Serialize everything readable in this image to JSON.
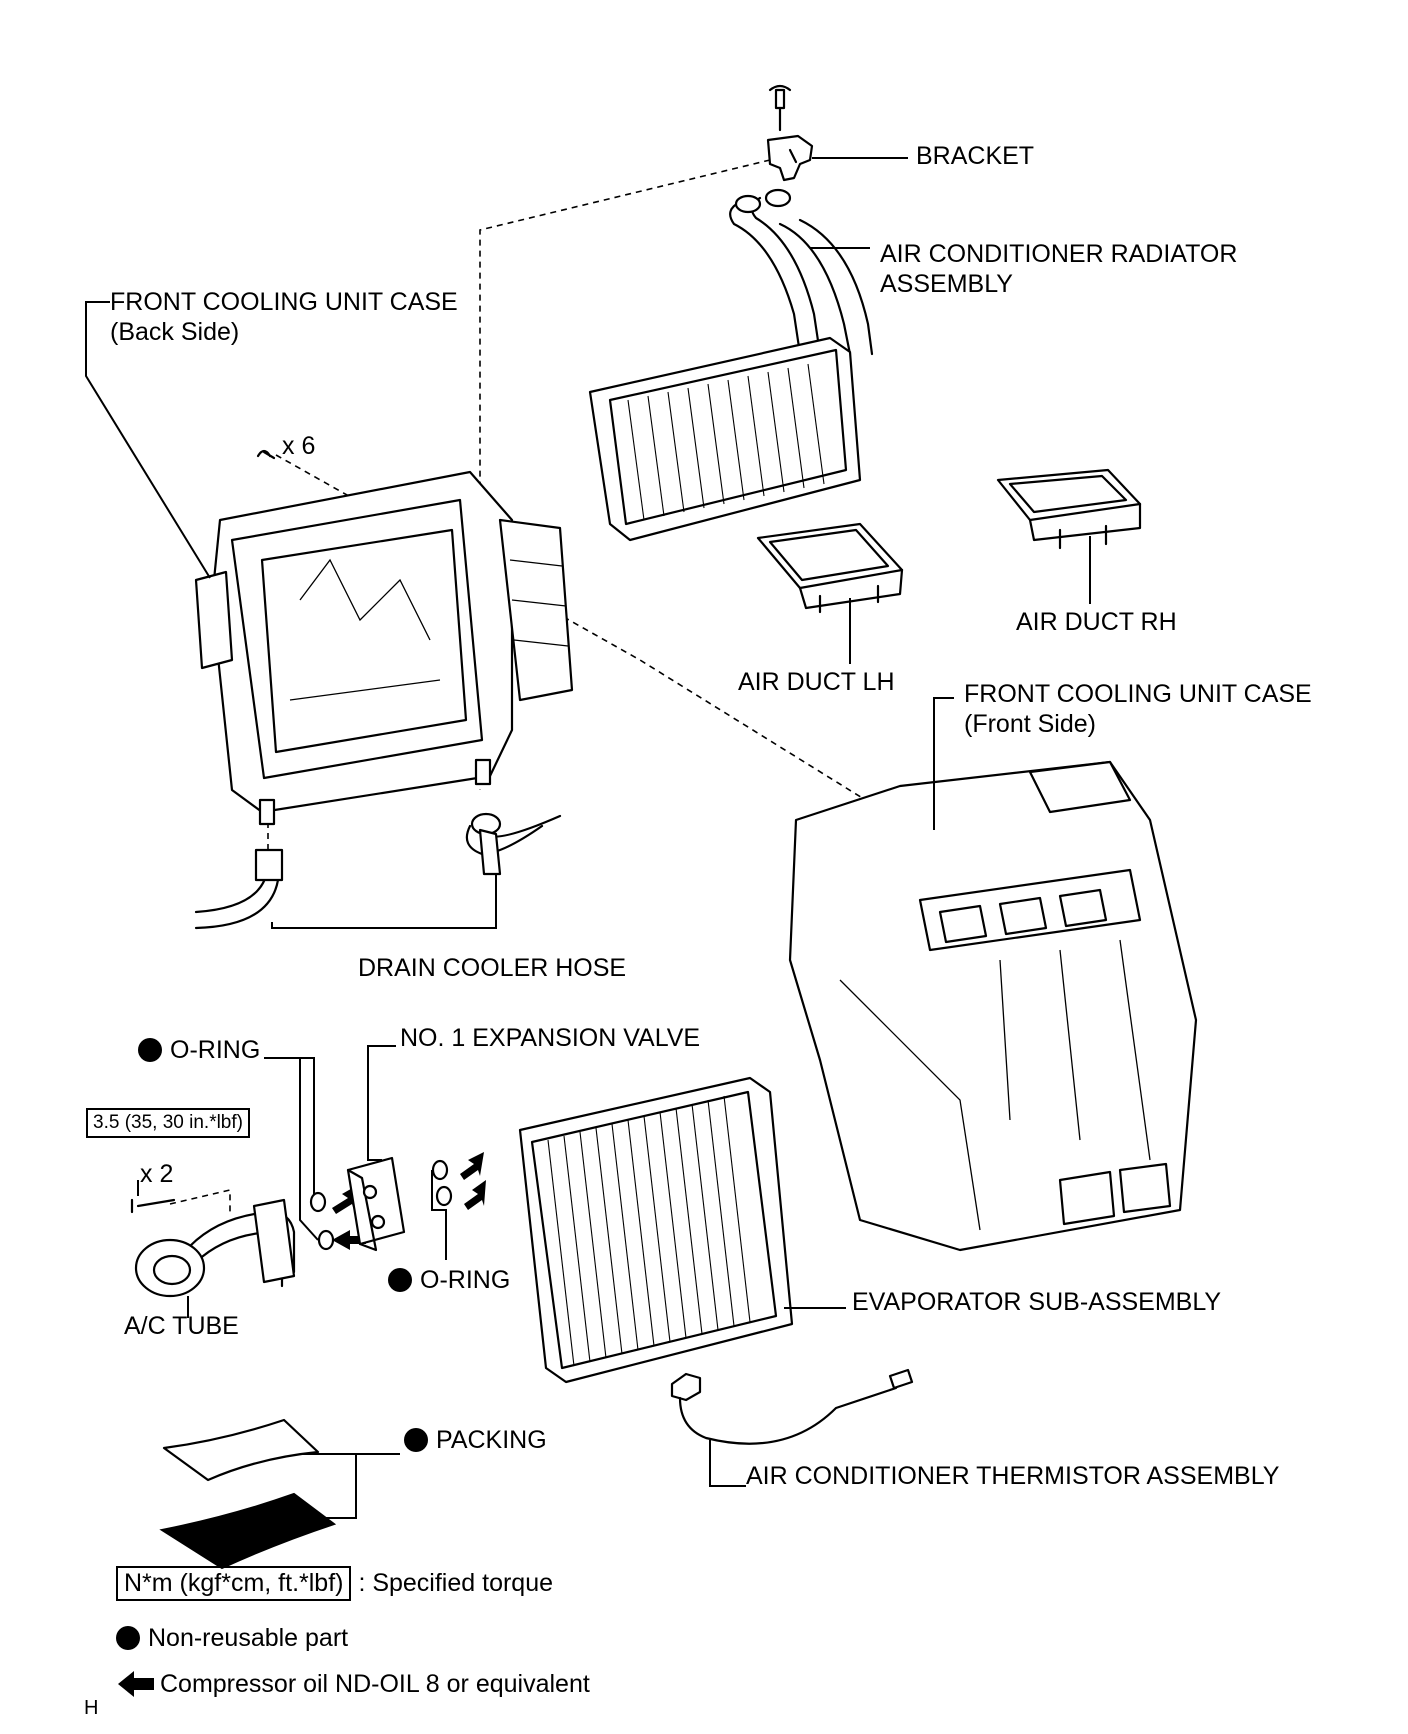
{
  "labels": {
    "bracket": "BRACKET",
    "radiator_line1": "AIR CONDITIONER RADIATOR",
    "radiator_line2": "ASSEMBLY",
    "case_back_line1": "FRONT COOLING UNIT CASE",
    "case_back_line2": "(Back Side)",
    "screw_qty": "x 6",
    "duct_rh": "AIR DUCT RH",
    "duct_lh": "AIR DUCT LH",
    "case_front_line1": "FRONT COOLING UNIT CASE",
    "case_front_line2": "(Front Side)",
    "drain_hose": "DRAIN COOLER HOSE",
    "oring_left": "O-RING",
    "expansion_valve": "NO. 1 EXPANSION VALVE",
    "torque_value": "3.5 (35, 30 in.*lbf)",
    "bolt_qty": "x 2",
    "oring_right": "O-RING",
    "ac_tube": "A/C TUBE",
    "evaporator": "EVAPORATOR SUB-ASSEMBLY",
    "packing": "PACKING",
    "thermistor": "AIR CONDITIONER THERMISTOR ASSEMBLY"
  },
  "legend": {
    "torque_box": "N*m (kgf*cm, ft.*lbf)",
    "torque_desc": ": Specified torque",
    "nonreusable": "Non-reusable part",
    "oil": "Compressor oil ND-OIL 8 or equivalent"
  },
  "footer": {
    "code": "H"
  }
}
